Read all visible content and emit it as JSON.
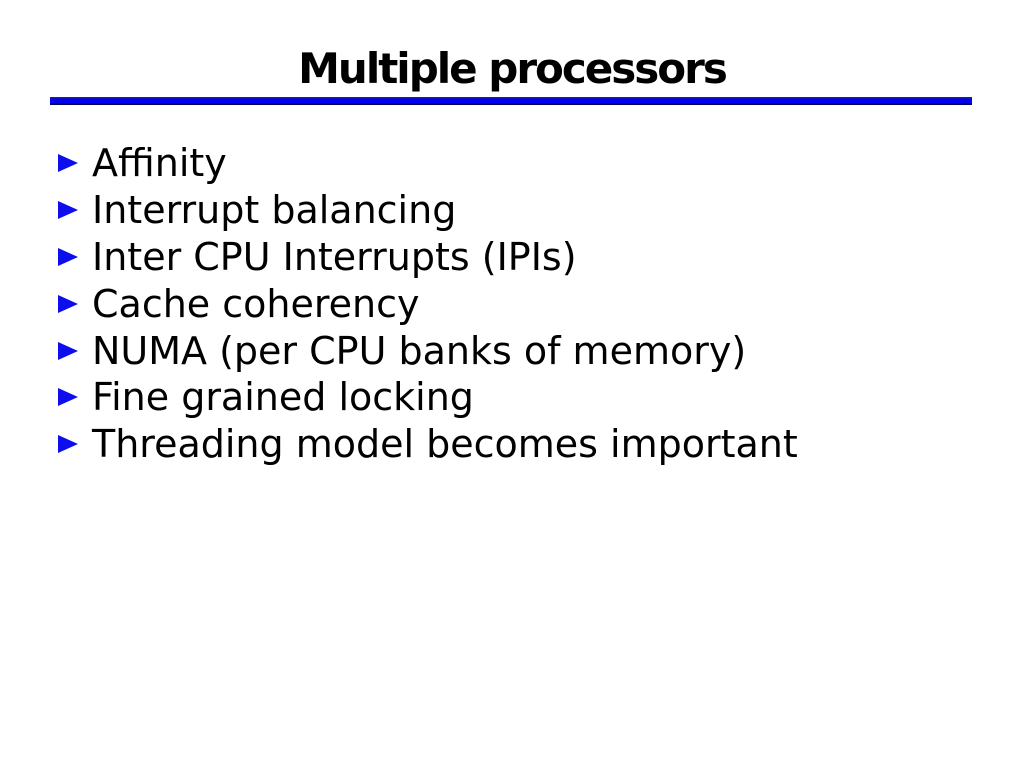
{
  "slide": {
    "title": "Multiple processors",
    "bullets": [
      "Affinity",
      "Interrupt balancing",
      "Inter CPU Interrupts (IPIs)",
      "Cache coherency",
      "NUMA (per CPU banks of memory)",
      "Fine grained locking",
      "Threading model becomes important"
    ],
    "colors": {
      "text": "#000000",
      "background": "#ffffff",
      "bullet": "#0d0dee",
      "rule-top": "#1c1caa",
      "rule-mid": "#0101ef",
      "rule-bottom": "#000068"
    }
  }
}
